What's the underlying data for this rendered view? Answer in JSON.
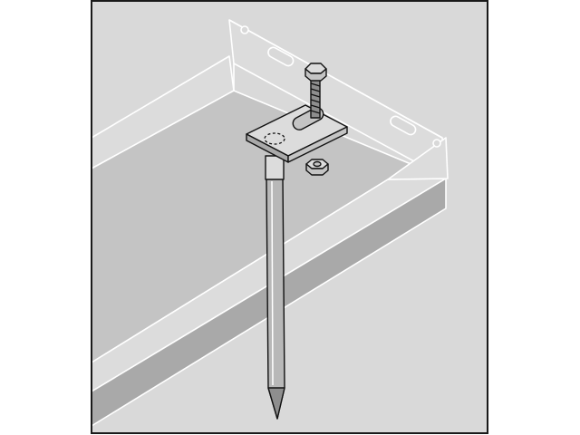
{
  "diagram": {
    "subject": "ground-spike-mounting-bracket-on-shelf-channel",
    "colors": {
      "page": "#ffffff",
      "panel": "#d9d9d9",
      "frame": "#1a1a1a",
      "metal_light": "#dcdcdc",
      "metal_mid": "#c4c4c4",
      "metal_dark": "#a9a9a9",
      "outline_white": "#ffffff",
      "outline_dark": "#111111",
      "rod": "#b8b8b8",
      "rod_shade": "#8e8e8e"
    },
    "icons": [
      "bracket-plate",
      "hex-bolt",
      "hex-nut",
      "ground-spike",
      "slotted-channel"
    ]
  }
}
